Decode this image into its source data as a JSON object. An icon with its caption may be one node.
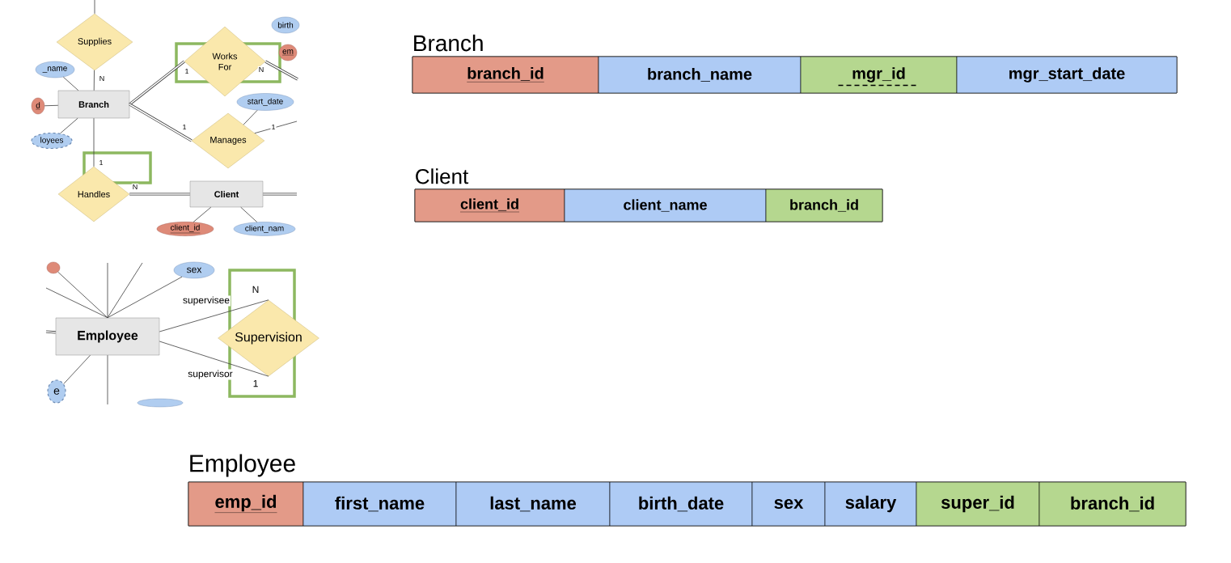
{
  "diagram": {
    "nodes": [
      {
        "text": [
          "Supplies"
        ]
      },
      {
        "text": [
          "Works For"
        ]
      },
      {
        "text": [
          "Branch"
        ]
      },
      {
        "text": [
          "Manages"
        ]
      },
      {
        "text": [
          "Handles"
        ]
      },
      {
        "text": [
          "Client"
        ]
      },
      {
        "text": [
          "_name"
        ]
      },
      {
        "text": [
          "d"
        ]
      },
      {
        "text": [
          "loyees"
        ]
      },
      {
        "text": [
          "birth"
        ]
      },
      {
        "text": [
          "em"
        ]
      },
      {
        "text": [
          "start_date"
        ]
      },
      {
        "text": [
          "client_id"
        ]
      },
      {
        "text": [
          "client_nam"
        ]
      },
      {
        "text": [
          "sex"
        ]
      },
      {
        "text": [
          "Employee"
        ]
      },
      {
        "text": [
          "Supervision"
        ]
      },
      {
        "text": [],
        "shape": "ellipse"
      },
      {
        "text": [
          "e"
        ]
      },
      {
        "text": [],
        "shape": "ellipse"
      },
      {
        "text": [
          "Branch"
        ]
      },
      {
        "text": [
          "branch_id"
        ],
        "in": 20
      },
      {
        "text": [
          "branch_name"
        ],
        "in": 20
      },
      {
        "text": [
          "mgr_id"
        ],
        "in": 20
      },
      {
        "text": [
          "mgr_start_date"
        ],
        "in": 20
      },
      {
        "text": [
          "Client"
        ]
      },
      {
        "text": [
          "client_id"
        ],
        "in": 25
      },
      {
        "text": [
          "client_name"
        ],
        "in": 25
      },
      {
        "text": [
          "branch_id"
        ],
        "in": 25
      },
      {
        "text": [
          "Employee"
        ]
      },
      {
        "text": [
          "emp_id"
        ],
        "in": 29
      },
      {
        "text": [
          "first_name"
        ],
        "in": 29
      },
      {
        "text": [
          "last_name"
        ],
        "in": 29
      },
      {
        "text": [
          "birth_date"
        ],
        "in": 29
      },
      {
        "text": [
          "sex"
        ],
        "in": 29
      },
      {
        "text": [
          "salary"
        ],
        "in": 29
      },
      {
        "text": [
          "super_id"
        ],
        "in": 29
      },
      {
        "text": [
          "branch_id"
        ],
        "in": 29
      }
    ],
    "edges": [
      {
        "from": 0,
        "to": 2,
        "arrow": "none",
        "label": "N"
      },
      {
        "from": 0,
        "to": null,
        "arrow": "none"
      },
      {
        "from": 2,
        "to": 1,
        "arrow": "none",
        "label": "1",
        "style": "thick"
      },
      {
        "from": 1,
        "to": null,
        "arrow": "none",
        "label": "N",
        "style": "thick"
      },
      {
        "from": 2,
        "to": 3,
        "arrow": "none",
        "label": "1",
        "style": "thick"
      },
      {
        "from": 3,
        "to": null,
        "arrow": "none",
        "label": "1"
      },
      {
        "from": 3,
        "to": 11,
        "arrow": "none"
      },
      {
        "from": 2,
        "to": 6,
        "arrow": "none"
      },
      {
        "from": 2,
        "to": 7,
        "arrow": "none"
      },
      {
        "from": 2,
        "to": 8,
        "arrow": "none"
      },
      {
        "from": 2,
        "to": 4,
        "arrow": "none",
        "label": "1"
      },
      {
        "from": 4,
        "to": 5,
        "arrow": "none",
        "label": "N",
        "style": "thick"
      },
      {
        "from": 5,
        "to": null,
        "arrow": "none",
        "style": "thick"
      },
      {
        "from": 5,
        "to": 12,
        "arrow": "none"
      },
      {
        "from": 5,
        "to": 13,
        "arrow": "none"
      },
      {
        "from": 15,
        "to": 16,
        "arrow": "none",
        "label": "supervisee"
      },
      {
        "from": 15,
        "to": 16,
        "arrow": "none",
        "label": "supervisor"
      },
      {
        "from": 15,
        "to": 14,
        "arrow": "none"
      },
      {
        "from": 15,
        "to": null,
        "arrow": "none"
      },
      {
        "from": 15,
        "to": 17,
        "arrow": "none"
      },
      {
        "from": 15,
        "to": null,
        "arrow": "none"
      },
      {
        "from": 15,
        "to": null,
        "arrow": "none"
      },
      {
        "from": 15,
        "to": null,
        "arrow": "none",
        "style": "thick"
      },
      {
        "from": 15,
        "to": 18,
        "arrow": "none"
      },
      {
        "from": 15,
        "to": null,
        "arrow": "none"
      }
    ],
    "labels": [
      "N",
      "1"
    ]
  }
}
